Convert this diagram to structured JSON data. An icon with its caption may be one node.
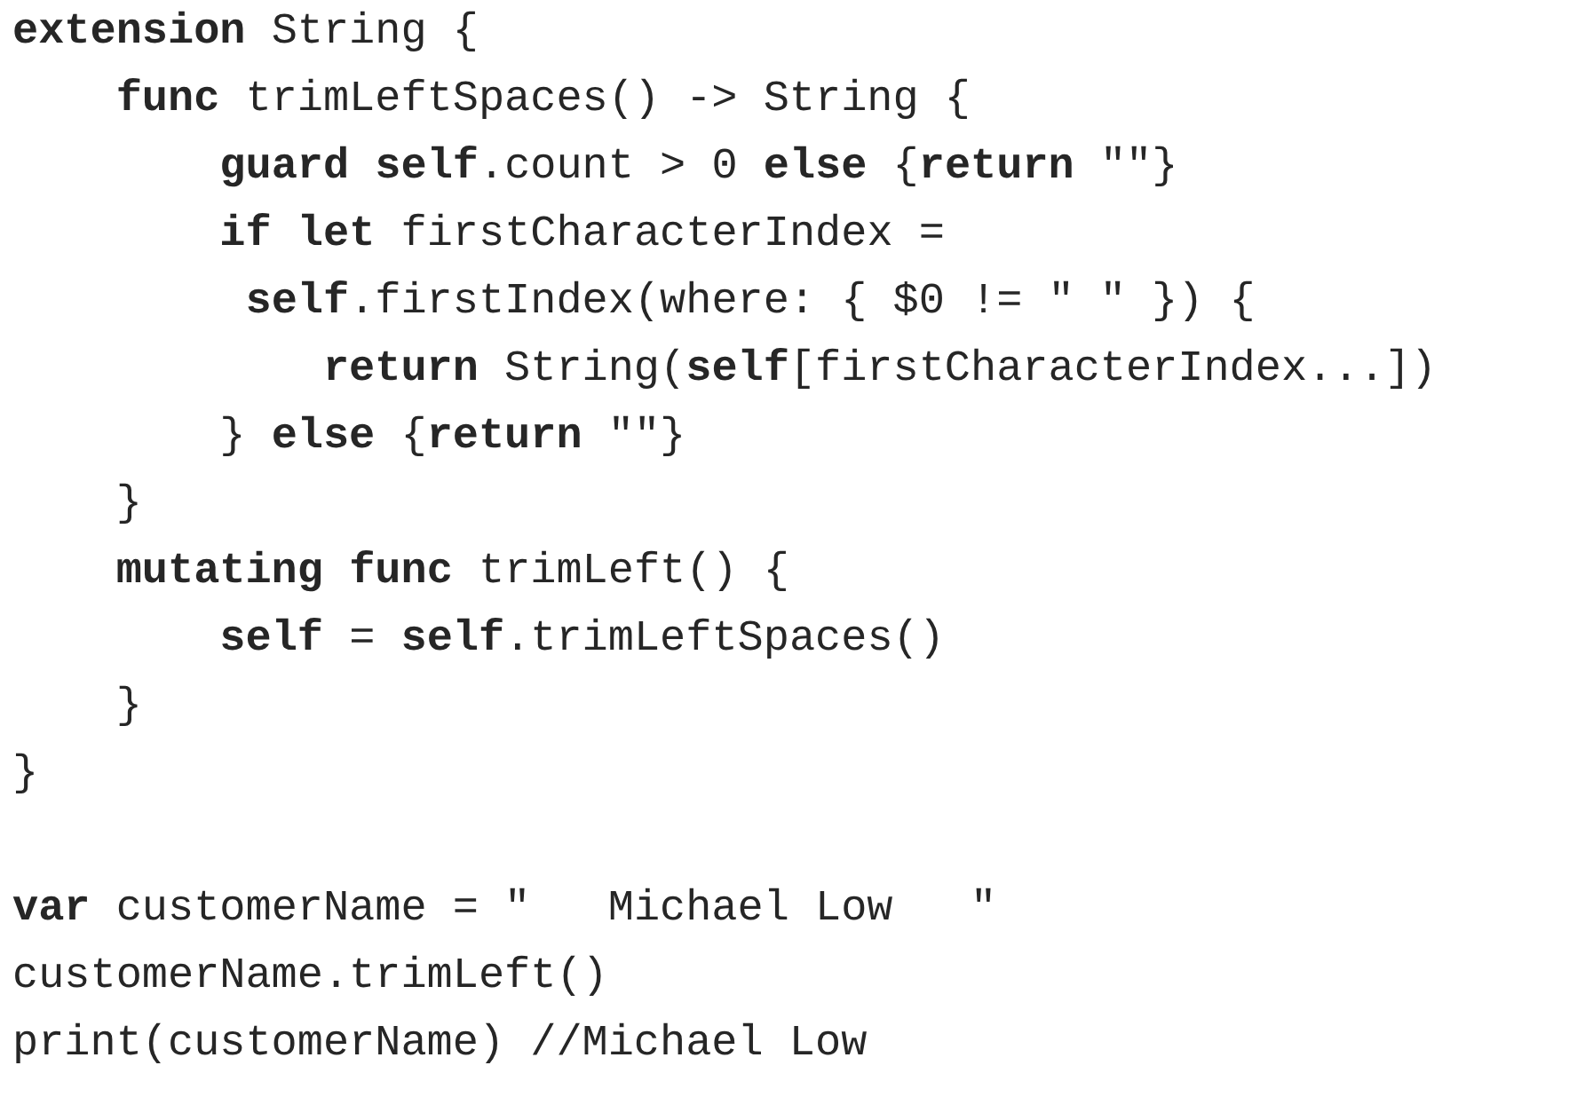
{
  "diagram": {
    "labels": [
      "**extension** String {",
      "    **func** trimLeftSpaces() -> String {",
      "        **guard** **self**.count > 0 **else** {**return** \"\"}",
      "        **if** **let** firstCharacterIndex =",
      "         **self**.firstIndex(where: { $0 != \" \" }) {",
      "            **return** String(**self**[firstCharacterIndex...])",
      "        } **else** {**return** \"\"}",
      "    }",
      "    **mutating** **func** trimLeft() {",
      "        **self** = **self**.trimLeftSpaces()",
      "    }",
      "}",
      "**var** customerName = \"   Michael Low   \"",
      "customerName.trimLeft()",
      "print(customerName) //Michael Low"
    ]
  }
}
